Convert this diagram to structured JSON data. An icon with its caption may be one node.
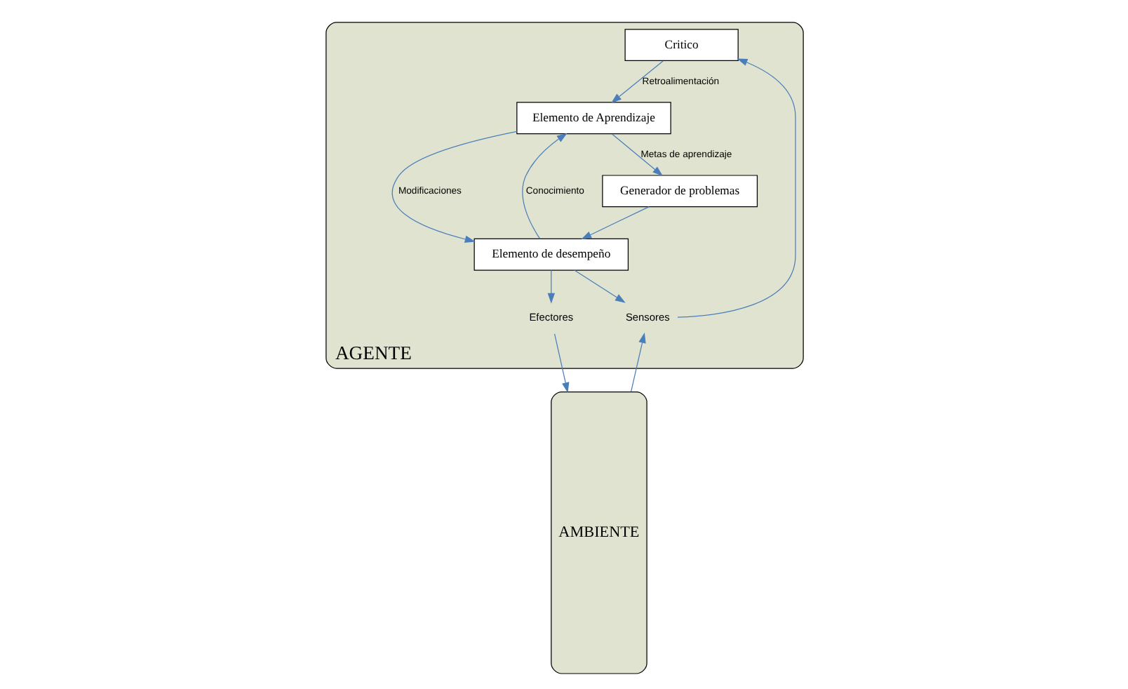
{
  "diagram": {
    "nodes": [
      {
        "text": [
          "AGENTE"
        ]
      },
      {
        "text": [
          "Critico"
        ],
        "in": 0
      },
      {
        "text": [
          "Elemento de Aprendizaje"
        ],
        "in": 0
      },
      {
        "text": [
          "Generador de problemas"
        ],
        "in": 0
      },
      {
        "text": [
          "Elemento de desempeño"
        ],
        "in": 0
      },
      {
        "text": [
          "Sensores"
        ],
        "in": 0
      },
      {
        "text": [
          "Efectores"
        ],
        "in": 0
      },
      {
        "text": [
          "AMBIENTE"
        ]
      }
    ],
    "edges": [
      {
        "from": 7,
        "to": 5,
        "arrow": "to"
      },
      {
        "from": 5,
        "to": 1,
        "arrow": "to"
      },
      {
        "from": 1,
        "to": 2,
        "arrow": "to",
        "label": "Retroalimentación"
      },
      {
        "from": 2,
        "to": 4,
        "arrow": "to",
        "label": "Modificaciones"
      },
      {
        "from": 4,
        "to": 2,
        "arrow": "to",
        "label": "Conocimiento"
      },
      {
        "from": 2,
        "to": 3,
        "arrow": "to",
        "label": "Metas de aprendizaje"
      },
      {
        "from": 3,
        "to": 4,
        "arrow": "to"
      },
      {
        "from": 4,
        "to": 5,
        "arrow": "to"
      },
      {
        "from": 4,
        "to": 6,
        "arrow": "to"
      },
      {
        "from": 6,
        "to": 7,
        "arrow": "to"
      }
    ]
  }
}
